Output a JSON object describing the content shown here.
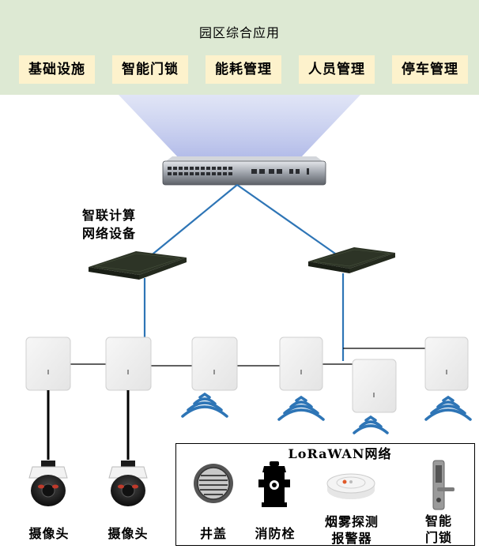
{
  "header": {
    "title": "园区综合应用",
    "apps": [
      "基础设施",
      "智能门锁",
      "能耗管理",
      "人员管理",
      "停车管理"
    ]
  },
  "network": {
    "device_label_line1": "智联计算",
    "device_label_line2": "网络设备",
    "lorawan_label": "LoRaWAN网络"
  },
  "devices": {
    "camera_1": "摄像头",
    "camera_2": "摄像头",
    "manhole": "井盖",
    "hydrant": "消防栓",
    "smoke_line1": "烟雾探测",
    "smoke_line2": "报警器",
    "lock_line1": "智能",
    "lock_line2": "门锁"
  },
  "colors": {
    "banner": "#dde9d3",
    "tab": "#fdf2cc",
    "link": "#2e75b6",
    "wireless": "#2e75b6"
  }
}
